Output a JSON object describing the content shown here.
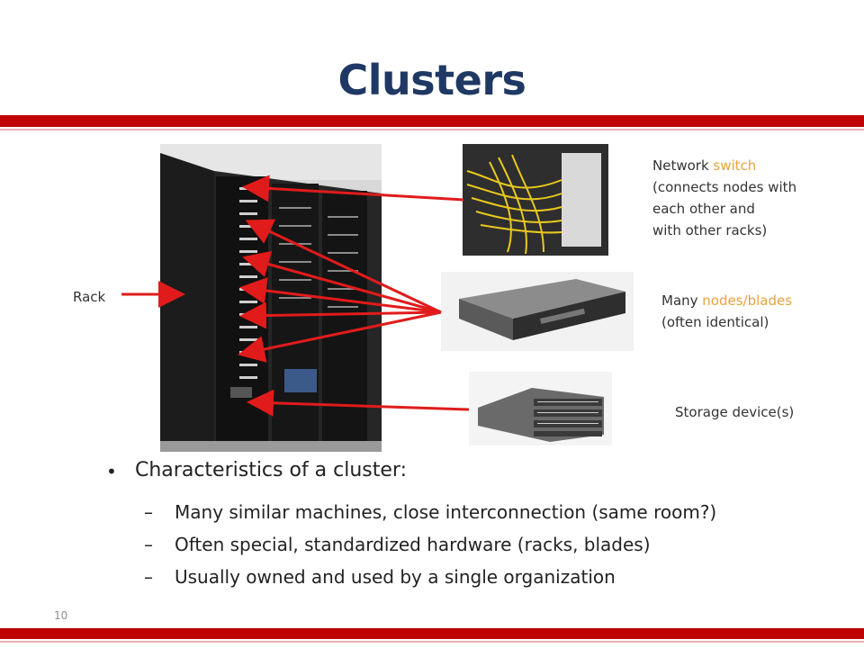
{
  "slide": {
    "title": "Clusters",
    "page_number": "10"
  },
  "labels": {
    "rack": "Rack",
    "switch_prefix": "Network ",
    "switch_accent": "switch",
    "switch_line2": "(connects nodes with",
    "switch_line3": "each other and",
    "switch_line4": "with other racks)",
    "nodes_prefix": "Many ",
    "nodes_accent": "nodes/blades",
    "nodes_line2": "(often identical)",
    "storage": "Storage device(s)"
  },
  "bullets": {
    "main": "Characteristics of a cluster:",
    "bullet_glyph": "•",
    "dash_glyph": "–",
    "subitems": [
      "Many similar machines, close interconnection (same room?)",
      "Often special, standardized hardware (racks, blades)",
      "Usually owned and used by a single organization"
    ]
  },
  "colors": {
    "title": "#1f3864",
    "accent_bar": "#c00000",
    "label_accent": "#e8a33d",
    "arrow": "#e11b1b"
  },
  "images": [
    "server-rack-photo",
    "network-switch-photo",
    "blade-server-photo",
    "storage-array-photo"
  ]
}
